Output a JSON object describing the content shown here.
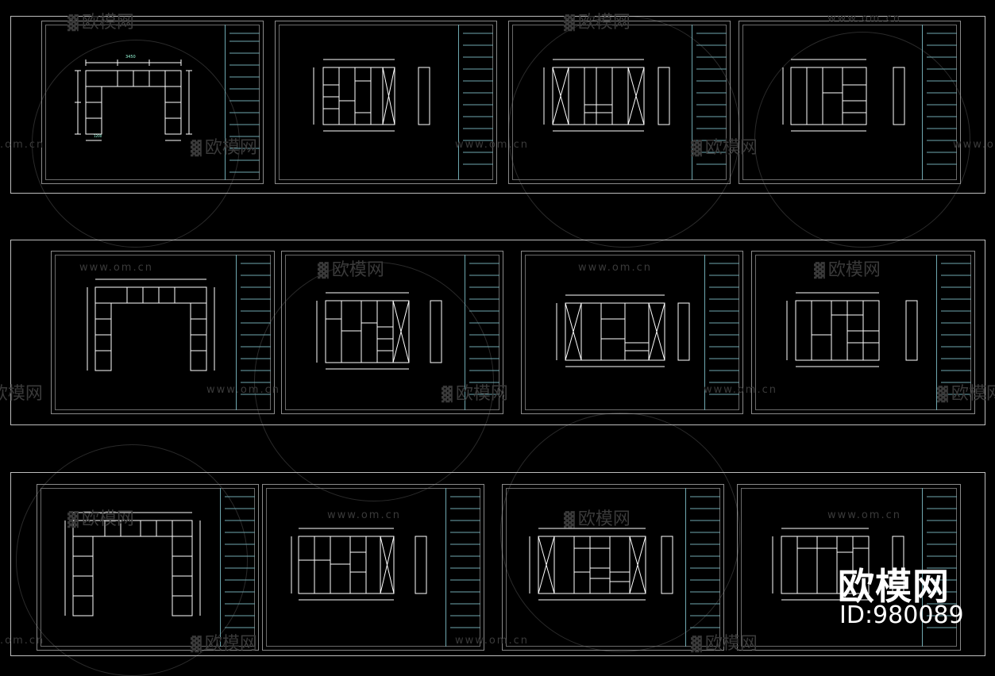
{
  "watermark": {
    "brand": "欧模网",
    "url": "www.om.cn",
    "partial_url": ".om.cn",
    "partial_brand": "欧模网"
  },
  "overlay": {
    "brand": "欧模网",
    "id": "ID:980089"
  },
  "colors": {
    "background": "#000000",
    "frame": "#bdbdbd",
    "titleblock": "#6fa8b0",
    "drawing": "#ffffff"
  },
  "rows": [
    {
      "sheets": [
        "plan",
        "elevation",
        "elevation",
        "elevation"
      ]
    },
    {
      "sheets": [
        "plan",
        "elevation",
        "elevation",
        "elevation"
      ]
    },
    {
      "sheets": [
        "plan",
        "elevation",
        "elevation",
        "elevation"
      ]
    }
  ]
}
